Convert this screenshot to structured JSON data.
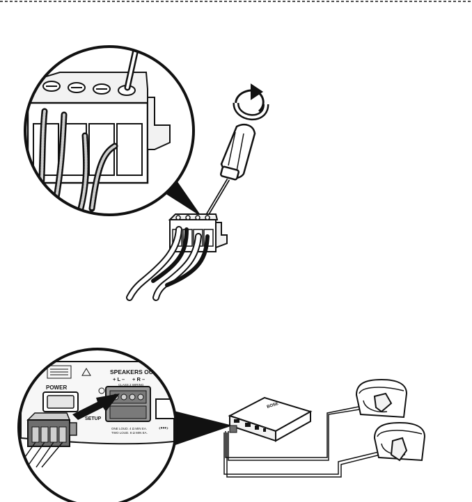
{
  "figure_1": {
    "rotation_direction": "clockwise"
  },
  "figure_2": {
    "labels": {
      "speakers_out": "SPEAKERS OUT",
      "terminal_left": "+ L –",
      "terminal_right": "+ R –",
      "wiring_class": "CLASS 2 WIRING",
      "power": "POWER",
      "setup": "SETUP",
      "load_one": "ONE LOUD. 4 Ω MIN EA.",
      "load_two": "TWO LOUD. 8 Ω MIN EA.",
      "brand_mark": "BOSE",
      "data_port": "‹•••›"
    }
  },
  "colors": {
    "line": "#111111",
    "fill_light": "#f2f2f2",
    "fill_mid": "#cfcfcf",
    "fill_dark": "#6e6e6e"
  }
}
